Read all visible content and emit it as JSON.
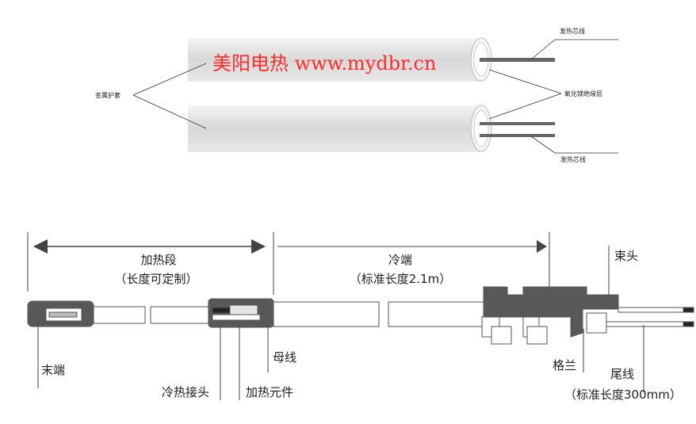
{
  "watermark": "美阳电热 www.mydbr.cn",
  "top_diagram": {
    "core_wire_top": "发热芯线",
    "metal_sheath": "金属护套",
    "mgo_insulation": "氧化镁绝缘层",
    "core_wire_bottom": "发热芯线"
  },
  "bottom_diagram": {
    "heating_section": "加热段",
    "heating_section_note": "（长度可定制）",
    "cold_end": "冷端",
    "cold_end_note": "（标准长度2.1m）",
    "bundle_head": "束头",
    "tip_end": "末端",
    "busbar": "母线",
    "cold_hot_joint": "冷热接头",
    "heating_element": "加热元件",
    "gland": "格兰",
    "tail_wire": "尾线",
    "tail_wire_note": "（标准长度300mm）"
  },
  "colors": {
    "watermark": "#ff2a2a",
    "dark_part": "#555555",
    "tube": "#ffffff"
  }
}
